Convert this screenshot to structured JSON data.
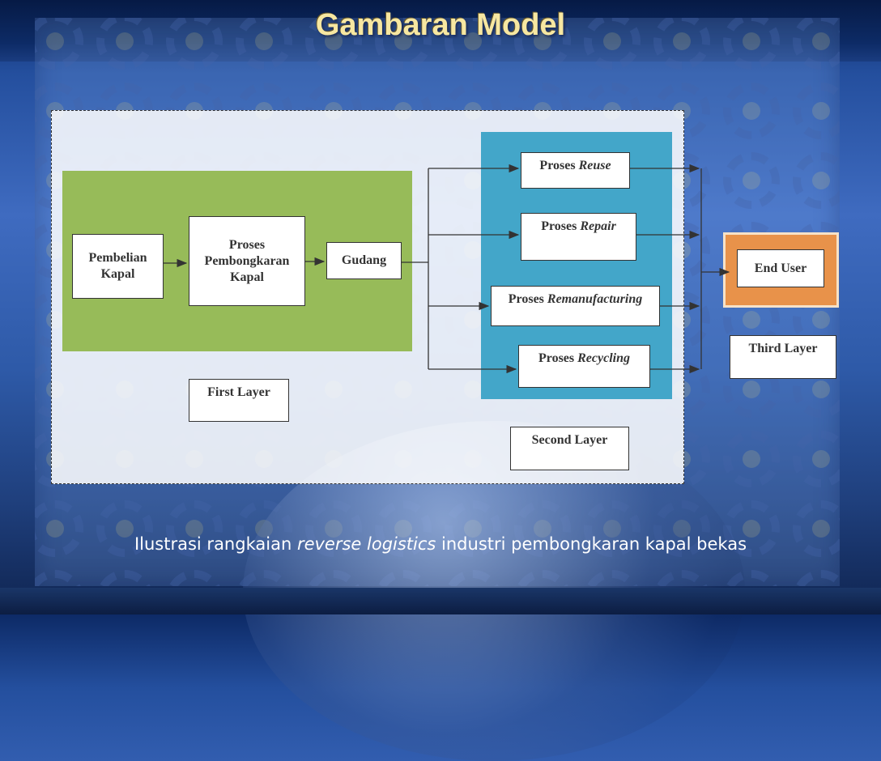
{
  "title": "Gambaran Model",
  "boxes": {
    "pembelian_kapal": "Pembelian Kapal",
    "pembongkaran_prefix": "Proses",
    "pembongkaran_rest": "Pembongkaran Kapal",
    "gudang": "Gudang",
    "reuse_prefix": "Proses ",
    "reuse_em": "Reuse",
    "repair_prefix": "Proses ",
    "repair_em": "Repair",
    "reman_prefix": "Proses ",
    "reman_em": "Remanufacturing",
    "recycling_prefix": "Proses ",
    "recycling_em": "Recycling",
    "end_user": "End User"
  },
  "layers": {
    "first": "First Layer",
    "second": "Second Layer",
    "third": "Third Layer"
  },
  "caption": {
    "before": "Ilustrasi rangkaian ",
    "emphasis": "reverse logistics",
    "after": " industri pembongkaran kapal bekas"
  },
  "colors": {
    "first_layer": "#97bb59",
    "second_layer": "#43a6c9",
    "third_layer": "#e8924a",
    "title": "#f7e7a1"
  }
}
